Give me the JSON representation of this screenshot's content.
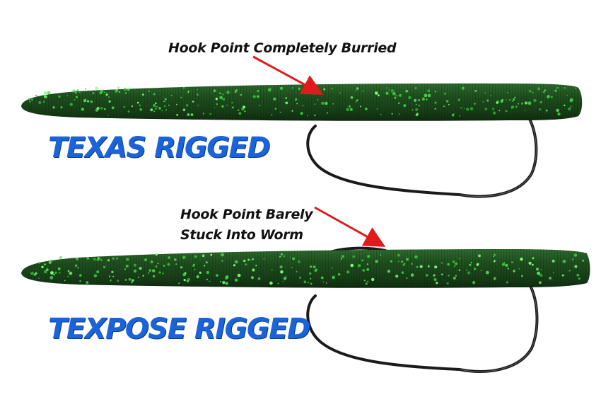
{
  "annotations": {
    "top": "Hook Point Completely Burried",
    "bottom_line1": "Hook Point Barely",
    "bottom_line2": "Stuck Into Worm"
  },
  "labels": {
    "texas": "TEXAS RIGGED",
    "texpose": "TEXPOSE RIGGED"
  },
  "colors": {
    "label_blue": "#1a63d8",
    "arrow_red": "#e01b1b",
    "worm_green": "#1c4a1c",
    "flake_green": "#3fd23f",
    "hook_black": "#1a1a1a"
  }
}
